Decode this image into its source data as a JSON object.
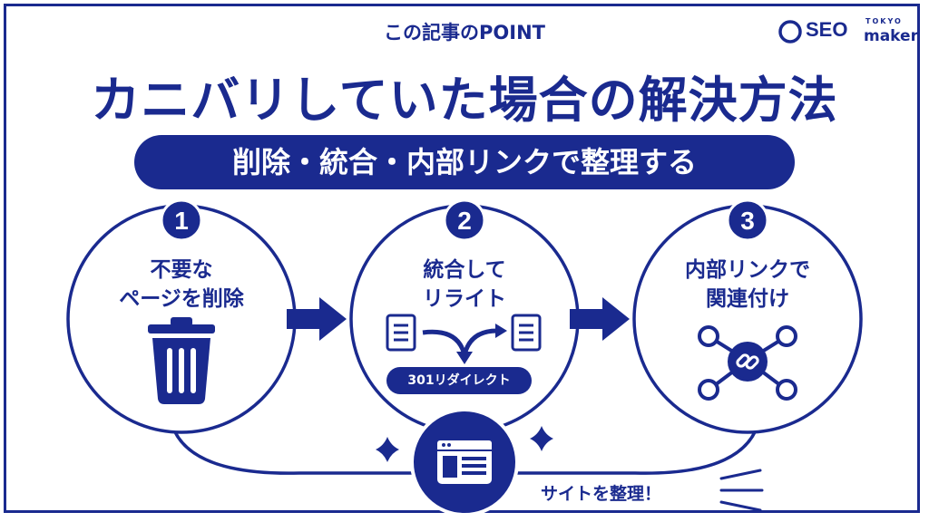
{
  "header": {
    "subtitle": "この記事のPOINT",
    "title": "カニバリしていた場合の解決方法",
    "banner": "削除・統合・内部リンクで整理する"
  },
  "logo": {
    "brand": "SEO",
    "tokyo": "TOKYO",
    "maker": "maker"
  },
  "steps": [
    {
      "number": "1",
      "line1": "不要な",
      "line2": "ページを削除",
      "icon": "trash-icon"
    },
    {
      "number": "2",
      "line1": "統合して",
      "line2": "リライト",
      "icon": "document-merge-icon"
    },
    {
      "number": "3",
      "line1": "内部リンクで",
      "line2": "関連付け",
      "icon": "network-link-icon"
    }
  ],
  "redirect_label": "301リダイレクト",
  "bottom": {
    "label": "サイトを整理！",
    "icon": "browser-window-icon"
  },
  "colors": {
    "primary": "#1a2a8f",
    "background": "#ffffff"
  }
}
